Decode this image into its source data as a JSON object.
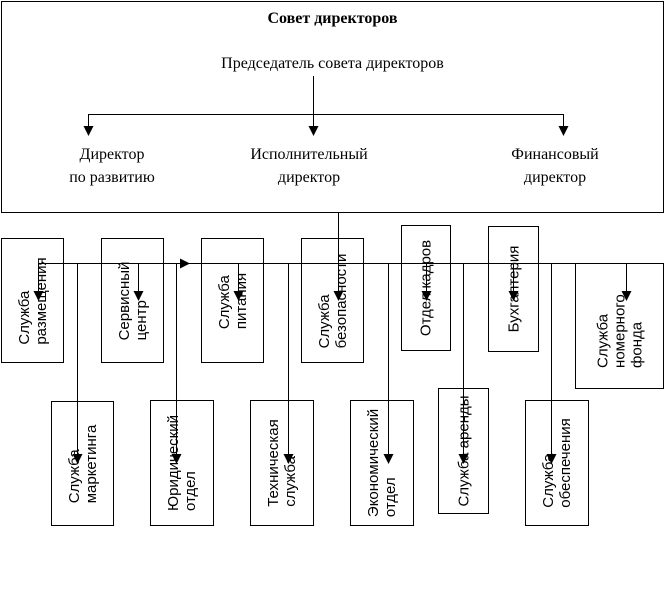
{
  "board": {
    "title": "Совет директоров",
    "chairman": "Председатель совета директоров",
    "directors": [
      {
        "id": "development",
        "label": "Директор\nпо развитию"
      },
      {
        "id": "executive",
        "label": "Исполнительный\nдиректор"
      },
      {
        "id": "financial",
        "label": "Финансовый\nдиректор"
      }
    ]
  },
  "units_top_row": [
    {
      "id": "accommodation",
      "label": "Служба\nразмещения"
    },
    {
      "id": "service-center",
      "label": "Сервисный\nцентр"
    },
    {
      "id": "catering",
      "label": "Служба\nпитания"
    },
    {
      "id": "security",
      "label": "Служба\nбезопасности"
    },
    {
      "id": "hr",
      "label": "Отдел кадров"
    },
    {
      "id": "accounting",
      "label": "Бухгалтерия"
    },
    {
      "id": "room-fund",
      "label": "Служба\nномерного\nфонда"
    }
  ],
  "units_bottom_row": [
    {
      "id": "marketing",
      "label": "Служба\nмаркетинга"
    },
    {
      "id": "legal",
      "label": "Юридический\nотдел"
    },
    {
      "id": "technical",
      "label": "Техническая\nслужба"
    },
    {
      "id": "economic",
      "label": "Экономический\nотдел"
    },
    {
      "id": "rental",
      "label": "Служба аренды"
    },
    {
      "id": "support",
      "label": "Служба\nобеспечения"
    }
  ]
}
